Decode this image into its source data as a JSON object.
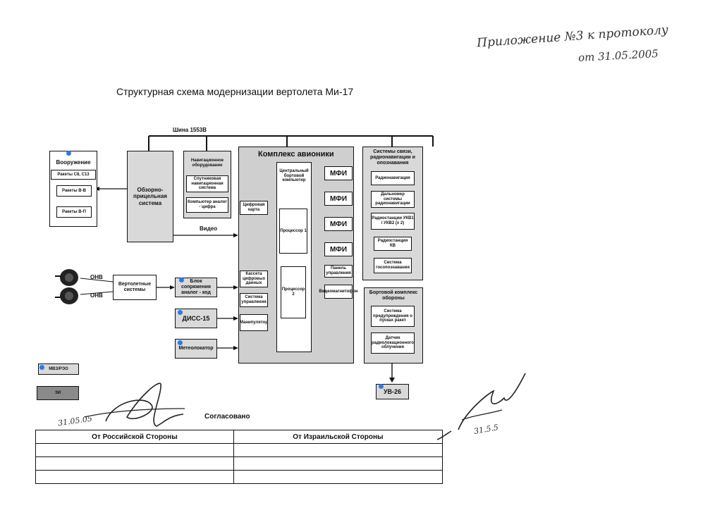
{
  "annex": {
    "line1": "Приложение №3 к протоколу",
    "line2": "от 31.05.2005"
  },
  "title": "Структурная схема модернизации вертолета Ми-17",
  "bus": "Шина 1553В",
  "blocks": {
    "weapons": {
      "title": "Вооружение",
      "r1": "Ракеты С8, С13",
      "r2": "Ракеты В-В",
      "r3": "Ракеты В-П"
    },
    "sighting": "Обзорно-прицельная система",
    "nav": {
      "title": "Навигационное оборудование",
      "sat": "Спутниковая навигационная система",
      "conv": "Компьютер аналог - цифра"
    },
    "video": "Видео",
    "avionics": {
      "title": "Комплекс авионики",
      "computer": "Центральный бортовой компьютер",
      "proc1": "Процессор 1",
      "proc2": "Процессор 2",
      "dmap": "Цифровая карта",
      "cassette": "Кассета цифровых данных",
      "ctrl": "Система управления",
      "manip": "Манипулятор",
      "mfd": [
        "МФИ",
        "МФИ",
        "МФИ",
        "МФИ"
      ],
      "panel": "Панель управления",
      "vcr": "Видеомагнитофон"
    },
    "comms": {
      "title": "Системы связи, радионавигации и опознавания",
      "items": [
        "Радионавигация",
        "Дальномер системы радионавигации",
        "Радиостанции УКВ1 / УКВ2 (x 2)",
        "Радиостанция КВ",
        "Система госопознавания"
      ]
    },
    "defense": {
      "title": "Бортовой комплекс обороны",
      "i1": "Система предупреждения о пусках ракет",
      "i2": "Датчик радиолокационного облучения"
    },
    "onv": [
      "ОНВ",
      "ОНВ"
    ],
    "heli": "Вертолетные системы",
    "iface": "Блок сопряжения аналог - код",
    "diss": "ДИСС-15",
    "meteo": "Метеолокатор",
    "mvz": "МВЗ/РЭО",
    "ei": "ЭИ",
    "uv": "УВ-26"
  },
  "agreed": "Согласовано",
  "sign_date_left": "31.05.05",
  "sign_date_right": "31.5.5",
  "table": {
    "left": "От Российской Стороны",
    "right": "От Израильской Стороны",
    "empty_rows": 3
  }
}
